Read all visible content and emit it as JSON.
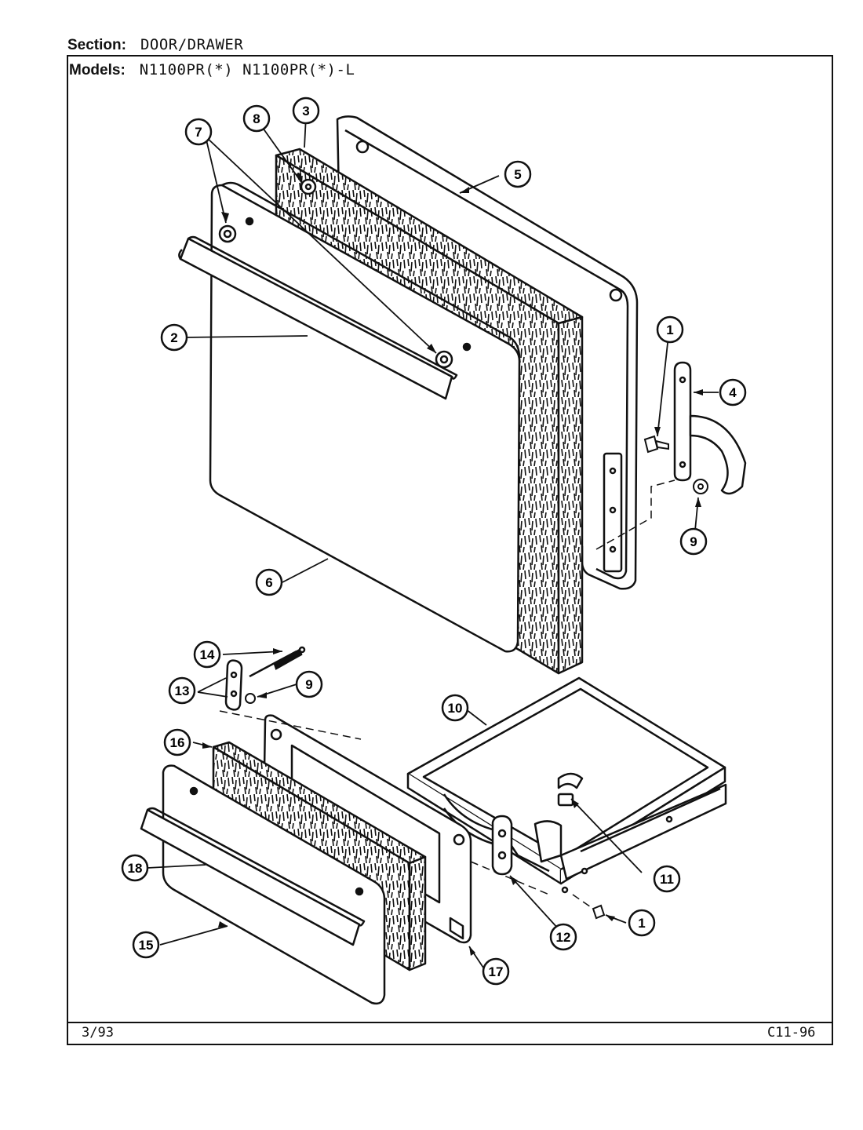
{
  "header": {
    "section_label": "Section:",
    "section_value": "DOOR/DRAWER",
    "models_label": "Models:",
    "models_value": "N1100PR(*) N1100PR(*)-L"
  },
  "footer": {
    "date": "3/93",
    "code": "C11-96"
  },
  "callouts": [
    "7",
    "8",
    "3",
    "5",
    "2",
    "1",
    "4",
    "9",
    "6",
    "14",
    "13",
    "9",
    "10",
    "16",
    "18",
    "11",
    "1",
    "12",
    "15",
    "17"
  ]
}
